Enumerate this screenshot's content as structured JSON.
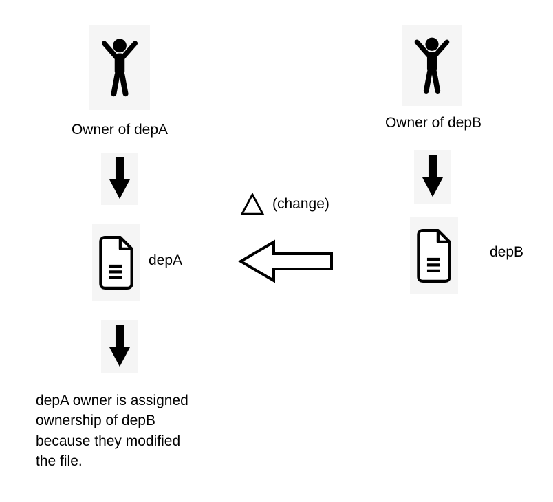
{
  "diagram": {
    "left": {
      "owner_label": "Owner of depA",
      "file_label": "depA"
    },
    "right": {
      "owner_label": "Owner of depB",
      "file_label": "depB"
    },
    "change": {
      "label": "(change)"
    },
    "caption": {
      "lines": [
        "depA owner is assigned",
        "ownership of depB",
        "because they modified",
        "the file."
      ]
    },
    "icons": [
      "person-icon",
      "down-arrow-icon",
      "file-icon",
      "delta-icon",
      "left-arrow-icon"
    ],
    "colors": {
      "ink": "#000000",
      "background": "#ffffff",
      "icon_box": "#f5f5f5"
    }
  }
}
